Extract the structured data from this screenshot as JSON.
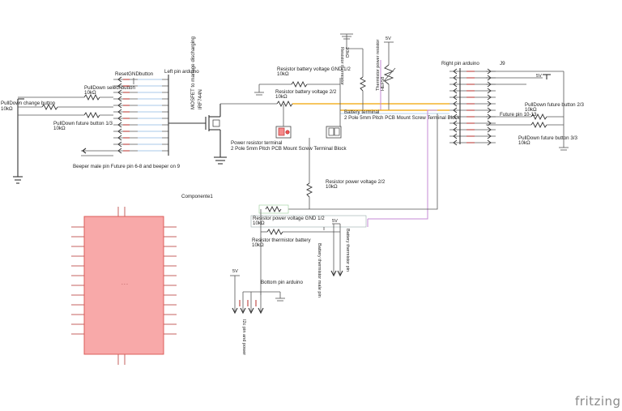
{
  "labels": {
    "pulldown_change": "PullDown change button",
    "pulldown_change_val": "10kΩ",
    "reset_gnd": "ResetGNDbutton",
    "pulldown_select": "PullDown select button",
    "pulldown_select_val": "10kΩ",
    "pulldown_future_1": "PullDown future button 1/3",
    "pulldown_future_1_val": "10kΩ",
    "left_pin": "Left pin arduino",
    "mosfet": "MOSFET to manage discharging",
    "mosfet_part": "IRF744N",
    "beeper": "Beeper male pin  Future pin 6-8 and beeper on 9",
    "res_batt_gnd": "Resistor battery voltage GND 1/2",
    "res_batt_gnd_val": "10kΩ",
    "res_batt_22": "Resistor battery voltage 2/2",
    "res_batt_22_val": "10kΩ",
    "thermistor_res": "Resistor thermistor",
    "thermistor_res_val": "10kΩ",
    "thermistor_power": "Thermistor power resistor",
    "thermistor_power_val": "HEF58",
    "v5_top": "5V",
    "battery_terminal": "Battery terminal",
    "battery_terminal_desc": "2 Pole 5mm Pitch PCB Mount Screw Terminal Block",
    "power_terminal": "Power resistor terminal",
    "power_terminal_desc": "2 Pole 5mm Pitch PCB Mount Screw Terminal Block",
    "right_pin": "Right pin arduino",
    "j9": "J9",
    "v5_right": "5V",
    "pulldown_future_2": "PullDown future button 2/3",
    "pulldown_future_2_val": "10kΩ",
    "future_pin": "Future pin 10-13",
    "pulldown_future_3": "PullDown future button 3/3",
    "pulldown_future_3_val": "10kΩ",
    "res_power_22": "Resistor power voltage 2/2",
    "res_power_22_val": "10kΩ",
    "componente1": "Componente1",
    "res_power_gnd": "Resistor power voltage GND 1/2",
    "res_power_gnd_val": "10kΩ",
    "res_thermistor_batt": "Resistor thermistor battery",
    "res_thermistor_batt_val": "10kΩ",
    "v5_mid": "5V",
    "batt_thermistor_pin": "Battery thermistor pin",
    "batt_thermistor_male": "Battery thermistor male pin",
    "v5_bottom": "5V",
    "bottom_pin": "Bottom pin arduino",
    "i2c_pin": "I2c pin and power",
    "fritzing": "fritzing"
  },
  "colors": {
    "component_fill": "#f8a9a9",
    "component_stroke": "#d9534f",
    "pin_stroke": "#c0504d",
    "wire_pink": "#c58ad6",
    "wire_orange": "#f0a500",
    "logo": "#8a8a8a"
  }
}
